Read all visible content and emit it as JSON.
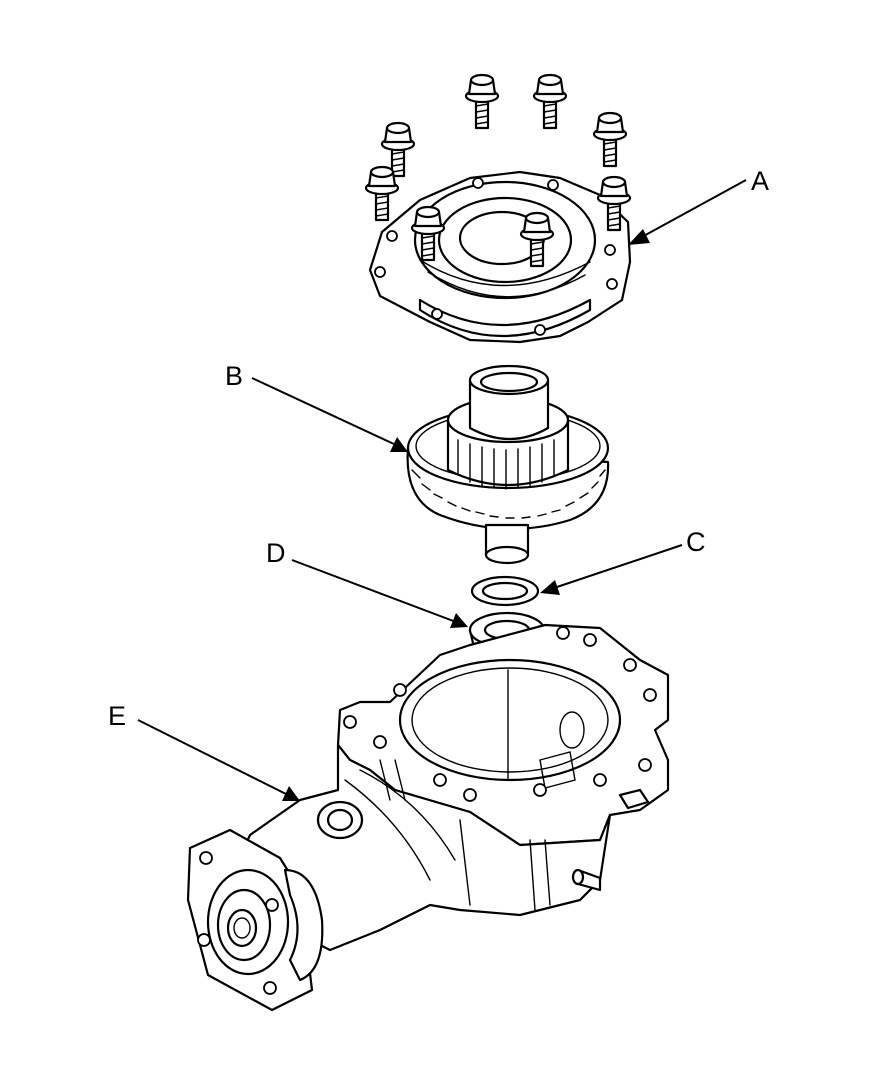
{
  "diagram": {
    "callouts": [
      {
        "id": "a",
        "letter": "A"
      },
      {
        "id": "b",
        "letter": "B"
      },
      {
        "id": "c",
        "letter": "C"
      },
      {
        "id": "d",
        "letter": "D"
      },
      {
        "id": "e",
        "letter": "E"
      }
    ]
  },
  "colors": {
    "ink": "#000000",
    "paper": "#ffffff"
  }
}
